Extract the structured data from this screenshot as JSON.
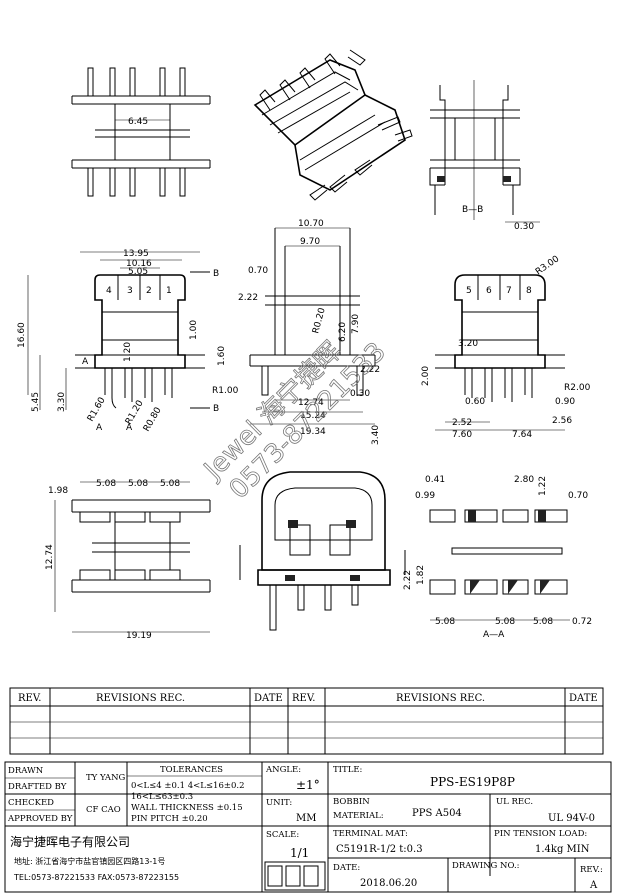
{
  "dimensions": {
    "top_left_width": "6.45",
    "front_w1": "13.95",
    "front_w2": "10.16",
    "front_w3": "5.05",
    "front_h_total": "16.60",
    "front_h_lower": "5.45",
    "front_h_330": "3.30",
    "front_pin_len": "1.00",
    "front_120": "1.20",
    "front_160": "1.60",
    "front_r160": "R1.60",
    "front_r120": "R1.20",
    "front_r080": "R0.80",
    "front_r100": "R1.00",
    "pins_left": [
      "4",
      "3",
      "2",
      "1"
    ],
    "mark_a": "A",
    "mark_b": "B",
    "side_1070": "10.70",
    "side_970": "9.70",
    "side_070": "0.70",
    "side_222": "2.22",
    "side_r020": "R0.20",
    "side_620": "6.20",
    "side_790": "7.90",
    "side_1274": "12.74",
    "side_1524": "15.24",
    "side_1934": "19.34",
    "side_030": "0.30",
    "side_222b": "2.22",
    "side_340": "3.40",
    "right_r300": "R3.00",
    "pins_right": [
      "5",
      "6",
      "7",
      "8"
    ],
    "right_320": "3.20",
    "right_200": "2.00",
    "right_060": "0.60",
    "right_090": "0.90",
    "right_r200": "R2.00",
    "right_252": "2.52",
    "right_256": "2.56",
    "right_760a": "7.60",
    "right_764": "7.64",
    "bb_label": "B—B",
    "bb_030": "0.30",
    "bottom_198": "1.98",
    "bottom_508": [
      "5.08",
      "5.08",
      "5.08"
    ],
    "bottom_1274": "12.74",
    "bottom_1919": "19.19",
    "aa_041": "0.41",
    "aa_280": "2.80",
    "aa_099": "0.99",
    "aa_122": "1.22",
    "aa_070": "0.70",
    "aa_222": "2.22",
    "aa_182": "1.82",
    "aa_508": [
      "5.08",
      "5.08",
      "5.08"
    ],
    "aa_072": "0.72",
    "aa_label": "A—A"
  },
  "watermark": {
    "line1": "Jewel 海宁捷晖",
    "line2": "0573-87221533"
  },
  "revisions": {
    "headers": [
      "REV.",
      "REVISIONS   REC.",
      "DATE",
      "REV.",
      "REVISIONS   REC.",
      "DATE"
    ]
  },
  "title_block": {
    "drawn_label": "DRAWN",
    "drafted_label": "DRAFTED BY",
    "drafted_value": "TY YANG",
    "checked_label": "CHECKED",
    "approved_label": "APPROVED BY",
    "approved_value": "CF CAO",
    "tolerances_label": "TOLERANCES",
    "tol_line1": "0<L≤4 ±0.1  4<L≤16±0.2",
    "tol_line2": "16<L≤63±0.3",
    "tol_line3": "WALL THICKNESS ±0.15",
    "tol_line4": "PIN PITCH ±0.20",
    "angle_label": "ANGLE:",
    "angle_value": "±1°",
    "unit_label": "UNIT:",
    "unit_value": "MM",
    "scale_label": "SCALE:",
    "scale_value": "1/1",
    "title_label": "TITLE:",
    "title_value": "PPS-ES19P8P",
    "bobbin_label1": "BOBBIN",
    "bobbin_label2": "MATERIAL:",
    "bobbin_value": "PPS A504",
    "ul_label": "UL REC.",
    "ul_value": "UL 94V-0",
    "terminal_label": "TERMINAL MAT:",
    "terminal_value": "C5191R-1/2 t:0.3",
    "tension_label": "PIN TENSION LOAD:",
    "tension_value": "1.4kg MIN",
    "date_label": "DATE:",
    "date_value": "2018.06.20",
    "drawing_no_label": "DRAWING NO.:",
    "rev_label": "REV.:",
    "rev_value": "A",
    "company_name": "海宁捷晖电子有限公司",
    "company_addr": "地址: 浙江省海宁市盐官镇园区四路13-1号",
    "company_tel": "TEL:0573-87221533 FAX:0573-87223155"
  }
}
